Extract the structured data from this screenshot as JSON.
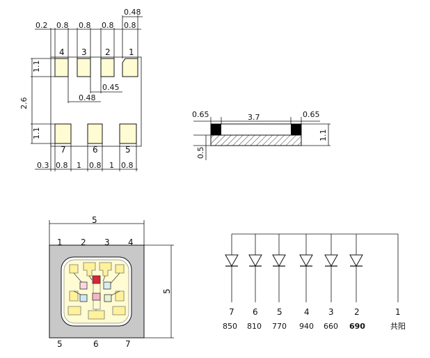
{
  "footprint": {
    "top_dims": [
      "0.2",
      "0.8",
      "0.8",
      "0.8",
      "0.8"
    ],
    "top_pad_width": "0.48",
    "pin_labels_top": [
      "4",
      "3",
      "2",
      "1"
    ],
    "pin_labels_bottom": [
      "7",
      "6",
      "5"
    ],
    "left_dims": [
      "1.1",
      "2.6",
      "1.1"
    ],
    "mid_dims": [
      "0.45",
      "0.48"
    ],
    "bottom_dims": [
      "0.3",
      "0.8",
      "1",
      "0.8",
      "1",
      "0.8"
    ]
  },
  "side_view": {
    "dims_top": [
      "0.65",
      "3.7",
      "0.65"
    ],
    "dim_right": "1.1",
    "dim_left": "0.5"
  },
  "package_view": {
    "width_label": "5",
    "height_label": "5",
    "pins_top": [
      "1",
      "2",
      "3",
      "4"
    ],
    "pins_bottom": [
      "5",
      "6",
      "7"
    ]
  },
  "schematic": {
    "pins": [
      "7",
      "6",
      "5",
      "4",
      "3",
      "2",
      "1"
    ],
    "wavelengths": [
      "850",
      "810",
      "770",
      "940",
      "660",
      "690",
      "共阳"
    ]
  }
}
